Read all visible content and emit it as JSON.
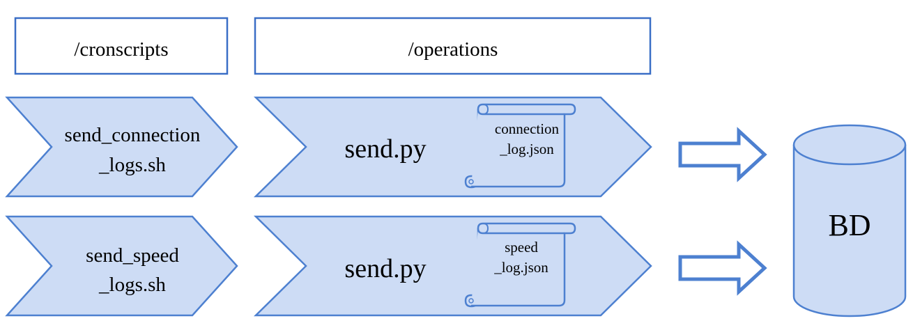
{
  "headers": {
    "cronscripts": "/cronscripts",
    "operations": "/operations"
  },
  "rows": [
    {
      "script_line1": "send_connection",
      "script_line2": "_logs.sh",
      "sender": "send.py",
      "file_line1": "connection",
      "file_line2": "_log.json"
    },
    {
      "script_line1": "send_speed",
      "script_line2": "_logs.sh",
      "sender": "send.py",
      "file_line1": "speed",
      "file_line2": "_log.json"
    }
  ],
  "database": {
    "label": "BD"
  },
  "colors": {
    "fill": "#cddcf5",
    "stroke": "#4d80d0",
    "box_stroke": "#3a6ec6"
  }
}
